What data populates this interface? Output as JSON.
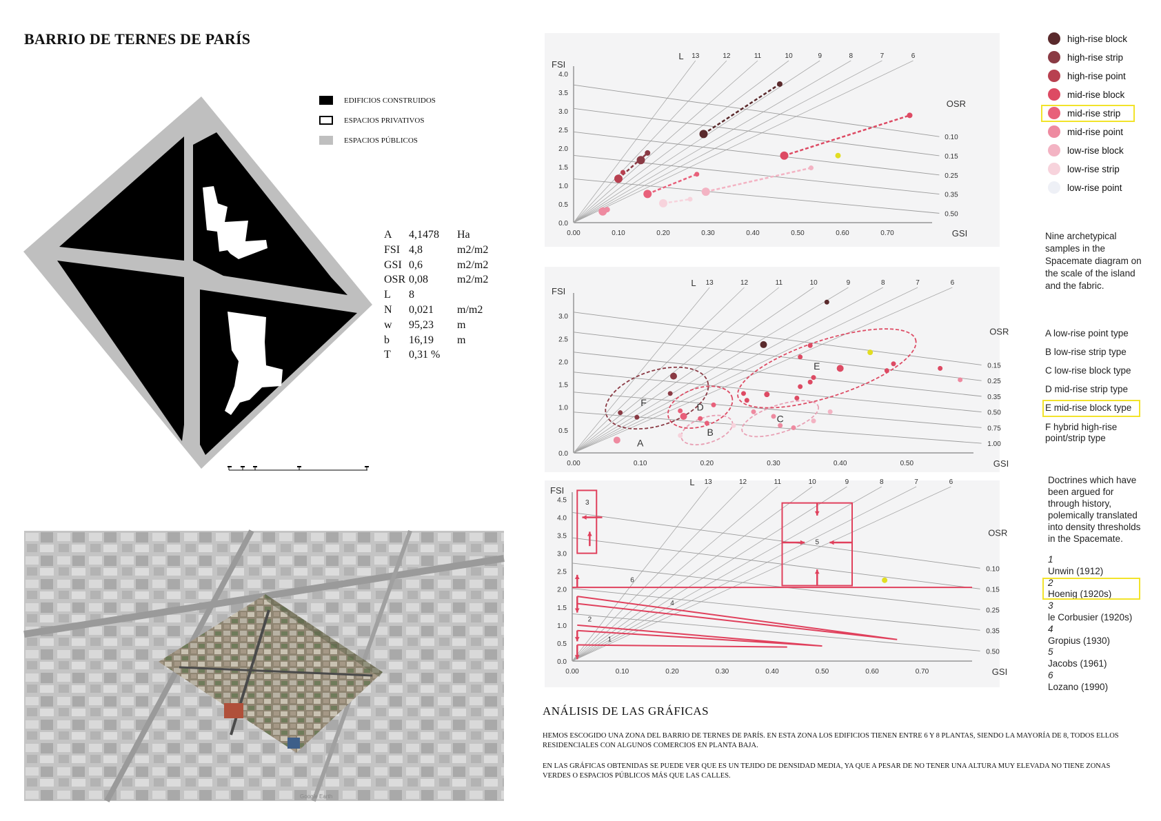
{
  "title": "BARRIO DE TERNES DE PARÍS",
  "map_legend": [
    {
      "label": "EDIFICIOS CONSTRUIDOS",
      "style": "filled",
      "color": "#000000"
    },
    {
      "label": "ESPACIOS PRIVATIVOS",
      "style": "outline",
      "color": "#000000"
    },
    {
      "label": "ESPACIOS PÚBLICOS",
      "style": "filled",
      "color": "#bfbfbf"
    }
  ],
  "metrics": [
    {
      "key": "A",
      "value": "4,1478",
      "unit": "Ha"
    },
    {
      "key": "FSI",
      "value": "4,8",
      "unit": "m2/m2"
    },
    {
      "key": "GSI",
      "value": "0,6",
      "unit": "m2/m2"
    },
    {
      "key": "OSR",
      "value": "0,08",
      "unit": "m2/m2"
    },
    {
      "key": "L",
      "value": "8",
      "unit": ""
    },
    {
      "key": "N",
      "value": "0,021",
      "unit": "m/m2"
    },
    {
      "key": "w",
      "value": "95,23",
      "unit": "m"
    },
    {
      "key": "b",
      "value": "16,19",
      "unit": "m"
    },
    {
      "key": "T",
      "value": "0,31 %",
      "unit": ""
    }
  ],
  "spacemate_legend": [
    {
      "label": "high-rise block",
      "color": "#5a2a2c"
    },
    {
      "label": "high-rise strip",
      "color": "#8a3a44"
    },
    {
      "label": "high-rise point",
      "color": "#b84050"
    },
    {
      "label": "mid-rise block",
      "color": "#dd4a63"
    },
    {
      "label": "mid-rise strip",
      "color": "#e8607a"
    },
    {
      "label": "mid-rise point",
      "color": "#ee8aa0"
    },
    {
      "label": "low-rise block",
      "color": "#f3b3c3"
    },
    {
      "label": "low-rise strip",
      "color": "#f7d3dc"
    },
    {
      "label": "low-rise point",
      "color": "#eef0f6"
    }
  ],
  "side_note": "Nine archetypical samples in the Spacemate diagram on the scale of the island and the fabric.",
  "types": [
    "A  low-rise point type",
    "B  low-rise strip type",
    "C  low-rise block type",
    "D  mid-rise strip type",
    "E  mid-rise block type",
    "F  hybrid high-rise point/strip type"
  ],
  "doctrines_intro": "Doctrines which have been argued for through history, polemically translated into density thresholds in the Spacemate.",
  "doctrines": [
    {
      "num": "1",
      "name": "Unwin (1912)"
    },
    {
      "num": "2",
      "name": "Hoenig (1920s)"
    },
    {
      "num": "3",
      "name": "le Corbusier (1920s)"
    },
    {
      "num": "4",
      "name": "Gropius (1930)"
    },
    {
      "num": "5",
      "name": "Jacobs (1961)"
    },
    {
      "num": "6",
      "name": "Lozano (1990)"
    }
  ],
  "analysis_title": "ANÁLISIS DE LAS GRÁFICAS",
  "analysis_p1": "HEMOS ESCOGIDO UNA ZONA DEL BARRIO DE TERNES DE PARÍS. EN ESTA ZONA LOS EDIFICIOS TIENEN ENTRE 6 Y 8 PLANTAS, SIENDO LA MAYORÍA DE 8, TODOS ELLOS RESIDENCIALES CON ALGUNOS COMERCIOS EN PLANTA BAJA.",
  "analysis_p2": "EN LAS GRÁFICAS OBTENIDAS SE PUEDE VER QUE ES UN TEJIDO DE DENSIDAD MEDIA, YA QUE A PESAR DE NO TENER UNA ALTURA MUY ELEVADA NO TIENE ZONAS VERDES O ESPACIOS PÚBLICOS MÁS QUE LAS CALLES.",
  "aerial_caption": "Google Earth",
  "chart_data": [
    {
      "type": "scatter",
      "xlabel": "GSI",
      "ylabel": "FSI",
      "xlim": [
        0,
        0.8
      ],
      "ylim": [
        0,
        4.2
      ],
      "x_ticks": [
        "0.00",
        "0.10",
        "0.20",
        "0.30",
        "0.40",
        "0.50",
        "0.60",
        "0.70"
      ],
      "y_ticks": [
        "0.0",
        "0.5",
        "1.0",
        "1.5",
        "2.0",
        "2.5",
        "3.0",
        "3.5",
        "4.0"
      ],
      "L_label": "L",
      "L_lines": [
        "13",
        "12",
        "11",
        "10",
        "9",
        "8",
        "7",
        "6"
      ],
      "osr_label": "OSR",
      "osr_lines": [
        "0.10",
        "0.15",
        "0.25",
        "0.35",
        "0.50"
      ],
      "points": [
        {
          "x": 0.46,
          "y": 3.72,
          "c": "#5a2a2c",
          "r": 4
        },
        {
          "x": 0.29,
          "y": 2.38,
          "c": "#5a2a2c",
          "r": 6
        },
        {
          "x": 0.165,
          "y": 1.87,
          "c": "#8a3a44",
          "r": 4
        },
        {
          "x": 0.15,
          "y": 1.68,
          "c": "#8a3a44",
          "r": 6
        },
        {
          "x": 0.11,
          "y": 1.35,
          "c": "#b84050",
          "r": 3.5
        },
        {
          "x": 0.1,
          "y": 1.18,
          "c": "#b84050",
          "r": 6
        },
        {
          "x": 0.75,
          "y": 2.88,
          "c": "#dd4a63",
          "r": 4
        },
        {
          "x": 0.47,
          "y": 1.8,
          "c": "#dd4a63",
          "r": 6
        },
        {
          "x": 0.275,
          "y": 1.3,
          "c": "#e8607a",
          "r": 3.5
        },
        {
          "x": 0.165,
          "y": 0.77,
          "c": "#e8607a",
          "r": 6
        },
        {
          "x": 0.53,
          "y": 1.47,
          "c": "#f3b3c3",
          "r": 3.5
        },
        {
          "x": 0.295,
          "y": 0.83,
          "c": "#f3b3c3",
          "r": 6
        },
        {
          "x": 0.26,
          "y": 0.63,
          "c": "#f7d3dc",
          "r": 3.5
        },
        {
          "x": 0.2,
          "y": 0.52,
          "c": "#f7d3dc",
          "r": 6
        },
        {
          "x": 0.075,
          "y": 0.35,
          "c": "#ee8aa0",
          "r": 4
        },
        {
          "x": 0.065,
          "y": 0.3,
          "c": "#ee8aa0",
          "r": 6
        },
        {
          "x": 0.59,
          "y": 1.8,
          "c": "#e2dd22",
          "r": 4
        }
      ],
      "dashed": [
        {
          "x1": 0.29,
          "y1": 2.38,
          "x2": 0.46,
          "y2": 3.72,
          "c": "#5a2a2c"
        },
        {
          "x1": 0.47,
          "y1": 1.8,
          "x2": 0.75,
          "y2": 2.88,
          "c": "#dd4a63"
        },
        {
          "x1": 0.165,
          "y1": 0.77,
          "x2": 0.275,
          "y2": 1.3,
          "c": "#e8607a"
        },
        {
          "x1": 0.295,
          "y1": 0.83,
          "x2": 0.53,
          "y2": 1.47,
          "c": "#f3b3c3"
        },
        {
          "x1": 0.2,
          "y1": 0.52,
          "x2": 0.26,
          "y2": 0.63,
          "c": "#f7d3dc"
        },
        {
          "x1": 0.1,
          "y1": 1.18,
          "x2": 0.165,
          "y2": 1.87,
          "c": "#8a3a44"
        }
      ]
    },
    {
      "type": "scatter",
      "xlabel": "GSI",
      "ylabel": "FSI",
      "xlim": [
        0,
        0.6
      ],
      "ylim": [
        0,
        3.5
      ],
      "x_ticks": [
        "0.00",
        "0.10",
        "0.20",
        "0.30",
        "0.40",
        "0.50"
      ],
      "y_ticks": [
        "0.0",
        "0.5",
        "1.0",
        "1.5",
        "2.0",
        "2.5",
        "3.0"
      ],
      "L_label": "L",
      "L_lines": [
        "13",
        "12",
        "11",
        "10",
        "9",
        "8",
        "7",
        "6"
      ],
      "osr_label": "OSR",
      "osr_lines": [
        "0.15",
        "0.25",
        "0.35",
        "0.50",
        "0.75",
        "1.00"
      ],
      "groups": [
        {
          "label": "A",
          "cx": 0.075,
          "cy": 0.25,
          "rx": 0,
          "ry": 0,
          "c": "#333"
        },
        {
          "label": "B",
          "cx": 0.2,
          "cy": 0.5,
          "rx": 0.04,
          "ry": 0.28,
          "c": "#e8a0b4"
        },
        {
          "label": "C",
          "cx": 0.31,
          "cy": 0.75,
          "rx": 0.06,
          "ry": 0.3,
          "c": "#e8a0b4"
        },
        {
          "label": "D",
          "cx": 0.19,
          "cy": 1.0,
          "rx": 0.05,
          "ry": 0.42,
          "c": "#dd4a63"
        },
        {
          "label": "E",
          "cx": 0.38,
          "cy": 1.85,
          "rx": 0.14,
          "ry": 0.62,
          "c": "#dd4a63"
        },
        {
          "label": "F",
          "cx": 0.125,
          "cy": 1.2,
          "rx": 0.08,
          "ry": 0.6,
          "c": "#8a3a44"
        }
      ],
      "points": [
        {
          "x": 0.38,
          "y": 3.3,
          "c": "#5a2a2c",
          "r": 3.5
        },
        {
          "x": 0.285,
          "y": 2.37,
          "c": "#5a2a2c",
          "r": 5
        },
        {
          "x": 0.15,
          "y": 1.68,
          "c": "#8a3a44",
          "r": 5
        },
        {
          "x": 0.145,
          "y": 1.3,
          "c": "#8a3a44",
          "r": 3.5
        },
        {
          "x": 0.07,
          "y": 0.88,
          "c": "#8a3a44",
          "r": 3.5
        },
        {
          "x": 0.095,
          "y": 0.78,
          "c": "#8a3a44",
          "r": 3.5
        },
        {
          "x": 0.4,
          "y": 1.85,
          "c": "#dd4a63",
          "r": 5
        },
        {
          "x": 0.355,
          "y": 2.35,
          "c": "#dd4a63",
          "r": 3.5
        },
        {
          "x": 0.34,
          "y": 2.1,
          "c": "#dd4a63",
          "r": 3.5
        },
        {
          "x": 0.36,
          "y": 1.65,
          "c": "#dd4a63",
          "r": 3.5
        },
        {
          "x": 0.355,
          "y": 1.55,
          "c": "#dd4a63",
          "r": 3.5
        },
        {
          "x": 0.34,
          "y": 1.45,
          "c": "#dd4a63",
          "r": 3.5
        },
        {
          "x": 0.47,
          "y": 1.8,
          "c": "#dd4a63",
          "r": 3.5
        },
        {
          "x": 0.48,
          "y": 1.95,
          "c": "#dd4a63",
          "r": 3.5
        },
        {
          "x": 0.55,
          "y": 1.85,
          "c": "#dd4a63",
          "r": 3.5
        },
        {
          "x": 0.58,
          "y": 1.6,
          "c": "#ee8aa0",
          "r": 3.5
        },
        {
          "x": 0.29,
          "y": 1.28,
          "c": "#dd4a63",
          "r": 4
        },
        {
          "x": 0.255,
          "y": 1.3,
          "c": "#dd4a63",
          "r": 3.5
        },
        {
          "x": 0.26,
          "y": 1.15,
          "c": "#dd4a63",
          "r": 3.5
        },
        {
          "x": 0.335,
          "y": 1.2,
          "c": "#dd4a63",
          "r": 3.5
        },
        {
          "x": 0.165,
          "y": 0.8,
          "c": "#e8607a",
          "r": 5
        },
        {
          "x": 0.16,
          "y": 0.92,
          "c": "#e8607a",
          "r": 3.5
        },
        {
          "x": 0.21,
          "y": 1.05,
          "c": "#e8607a",
          "r": 3.5
        },
        {
          "x": 0.19,
          "y": 0.75,
          "c": "#e8607a",
          "r": 3.5
        },
        {
          "x": 0.2,
          "y": 0.65,
          "c": "#e8607a",
          "r": 3.5
        },
        {
          "x": 0.27,
          "y": 0.9,
          "c": "#ee8aa0",
          "r": 3.5
        },
        {
          "x": 0.3,
          "y": 0.8,
          "c": "#ee8aa0",
          "r": 3.5
        },
        {
          "x": 0.31,
          "y": 0.6,
          "c": "#ee8aa0",
          "r": 3.5
        },
        {
          "x": 0.33,
          "y": 0.55,
          "c": "#ee8aa0",
          "r": 3.5
        },
        {
          "x": 0.36,
          "y": 0.7,
          "c": "#f3b3c3",
          "r": 3.5
        },
        {
          "x": 0.385,
          "y": 0.9,
          "c": "#f3b3c3",
          "r": 3.5
        },
        {
          "x": 0.24,
          "y": 0.6,
          "c": "#f7d3dc",
          "r": 3.5
        },
        {
          "x": 0.16,
          "y": 0.38,
          "c": "#f7d3dc",
          "r": 3.5
        },
        {
          "x": 0.065,
          "y": 0.28,
          "c": "#ee8aa0",
          "r": 5
        },
        {
          "x": 0.445,
          "y": 2.2,
          "c": "#e2dd22",
          "r": 4
        }
      ]
    },
    {
      "type": "diagram",
      "xlabel": "GSI",
      "ylabel": "FSI",
      "xlim": [
        0,
        0.8
      ],
      "ylim": [
        0,
        4.7
      ],
      "x_ticks": [
        "0.00",
        "0.10",
        "0.20",
        "0.30",
        "0.40",
        "0.50",
        "0.60",
        "0.70"
      ],
      "y_ticks": [
        "0.0",
        "0.5",
        "1.0",
        "1.5",
        "2.0",
        "2.5",
        "3.0",
        "3.5",
        "4.0",
        "4.5"
      ],
      "L_label": "L",
      "L_lines": [
        "13",
        "12",
        "11",
        "10",
        "9",
        "8",
        "7",
        "6"
      ],
      "osr_label": "OSR",
      "osr_lines": [
        "0.10",
        "0.15",
        "0.25",
        "0.35",
        "0.50"
      ],
      "doctrine_labels": [
        "1",
        "2",
        "3",
        "4",
        "5",
        "6"
      ],
      "point": {
        "x": 0.625,
        "y": 2.25,
        "c": "#e2dd22"
      }
    }
  ]
}
